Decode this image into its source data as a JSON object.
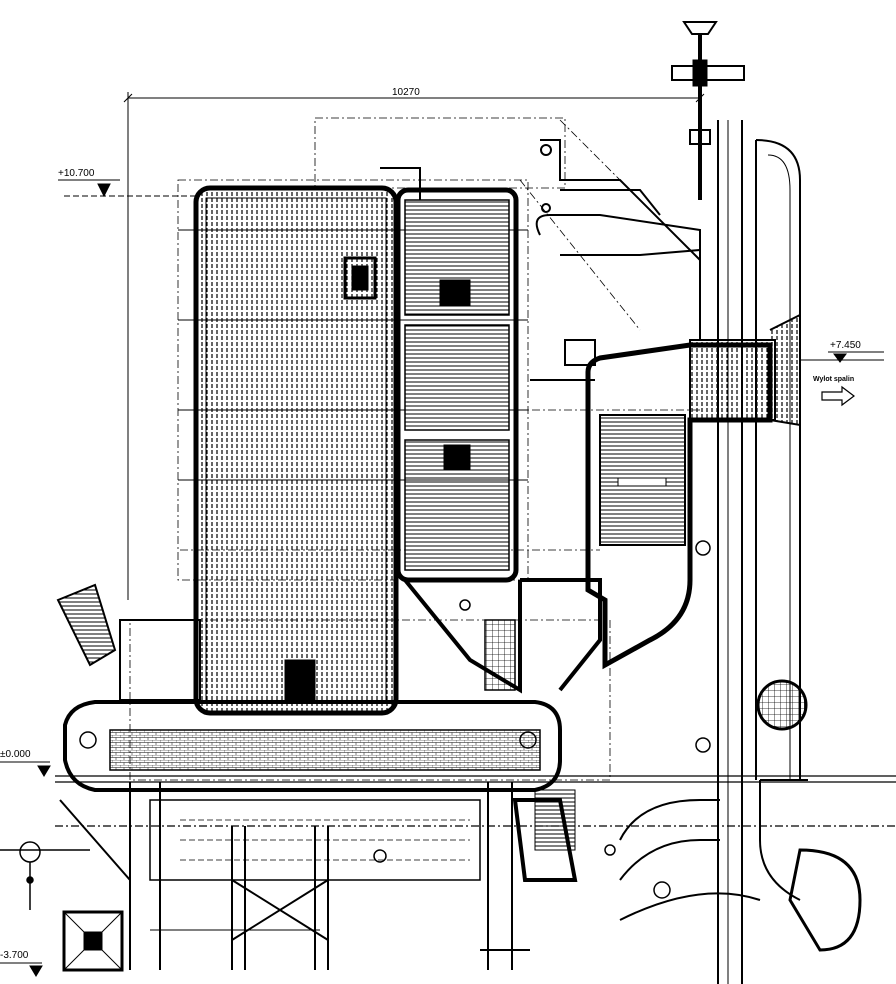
{
  "dimension": {
    "overall_width": "10270"
  },
  "elevations": {
    "top": "+10.700",
    "flue_outlet": "+7.450",
    "ground": "±0.000",
    "bottom": "-3.700"
  },
  "annotations": {
    "flue_gas_outlet": "Wylot spalin"
  },
  "colors": {
    "line": "#000000",
    "background": "#ffffff"
  }
}
